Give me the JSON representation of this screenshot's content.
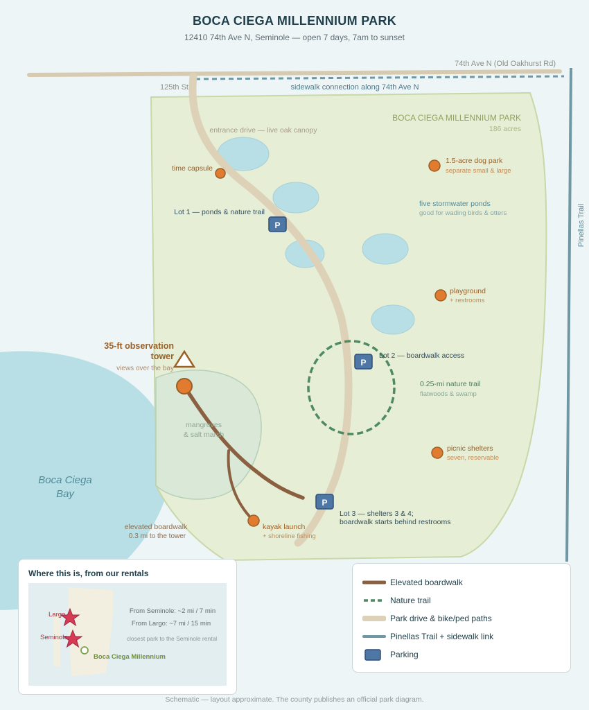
{
  "title": "BOCA CIEGA MILLENNIUM PARK",
  "subtitle": "12410 74th Ave N, Seminole — open 7 days, 7am to sunset",
  "colors": {
    "background": "#eef5f7",
    "park_fill": "#e7eed6",
    "park_stroke": "#c8d8a8",
    "water": "#b8dfe6",
    "marsh": "#dae8d8",
    "boardwalk": "#8a6040",
    "nature_trail": "#4e8a62",
    "drive": "#ddd2b8",
    "pinellas_trail": "#6f98a4",
    "parking": "#4f77a6",
    "poi": "#e07b30",
    "accent_text": "#9a5f25"
  },
  "roads": {
    "avenue": "74th Ave N (Old Oakhurst Rd)",
    "street": "125th St",
    "sidewalk": "sidewalk connection along 74th Ave N",
    "pinellas_trail": "Pinellas Trail",
    "drive": "entrance drive — live oak canopy"
  },
  "park": {
    "name": "BOCA CIEGA MILLENNIUM PARK",
    "acres": "186 acres"
  },
  "bay": {
    "line1": "Boca Ciega",
    "line2": "Bay"
  },
  "marsh": {
    "line1": "mangroves",
    "line2": "& salt marsh"
  },
  "ponds": {
    "line1": "five stormwater ponds",
    "line2": "good for wading birds & otters"
  },
  "tower": {
    "line1": "35-ft observation",
    "line2": "tower",
    "note": "views over the bay"
  },
  "boardwalk_label": {
    "line1": "elevated boardwalk",
    "line2": "0.3 mi to the tower"
  },
  "trail_label": {
    "line1": "0.25-mi nature trail",
    "line2": "flatwoods & swamp"
  },
  "pois": {
    "time_capsule": {
      "label": "time capsule"
    },
    "dog_park": {
      "label": "1.5-acre dog park",
      "note": "separate small & large"
    },
    "playground": {
      "label": "playground",
      "note": "+ restrooms"
    },
    "picnic": {
      "label": "picnic shelters",
      "note": "seven, reservable"
    },
    "kayak": {
      "label": "kayak launch",
      "note": "+ shoreline fishing"
    }
  },
  "parking": {
    "symbol": "P",
    "lot1": {
      "label": "Lot 1 — ponds & nature trail"
    },
    "lot2": {
      "label": "Lot 2 — boardwalk access"
    },
    "lot3": {
      "line1": "Lot 3 — shelters 3 & 4;",
      "line2": "boardwalk starts behind restrooms"
    }
  },
  "legend": {
    "items": [
      {
        "label": "Elevated boardwalk"
      },
      {
        "label": "Nature trail"
      },
      {
        "label": "Park drive & bike/ped paths"
      },
      {
        "label": "Pinellas Trail + sidewalk link"
      },
      {
        "label": "Parking"
      }
    ]
  },
  "inset": {
    "title": "Where this is, from our rentals",
    "largo": "Largo",
    "seminole": "Seminole",
    "park": "Boca Ciega Millennium",
    "from_seminole": "From Seminole: ~2 mi / 7 min",
    "from_largo": "From Largo: ~7 mi / 15 min",
    "note": "closest park to the Seminole rental"
  },
  "footer": "Schematic — layout approximate. The county publishes an official park diagram."
}
